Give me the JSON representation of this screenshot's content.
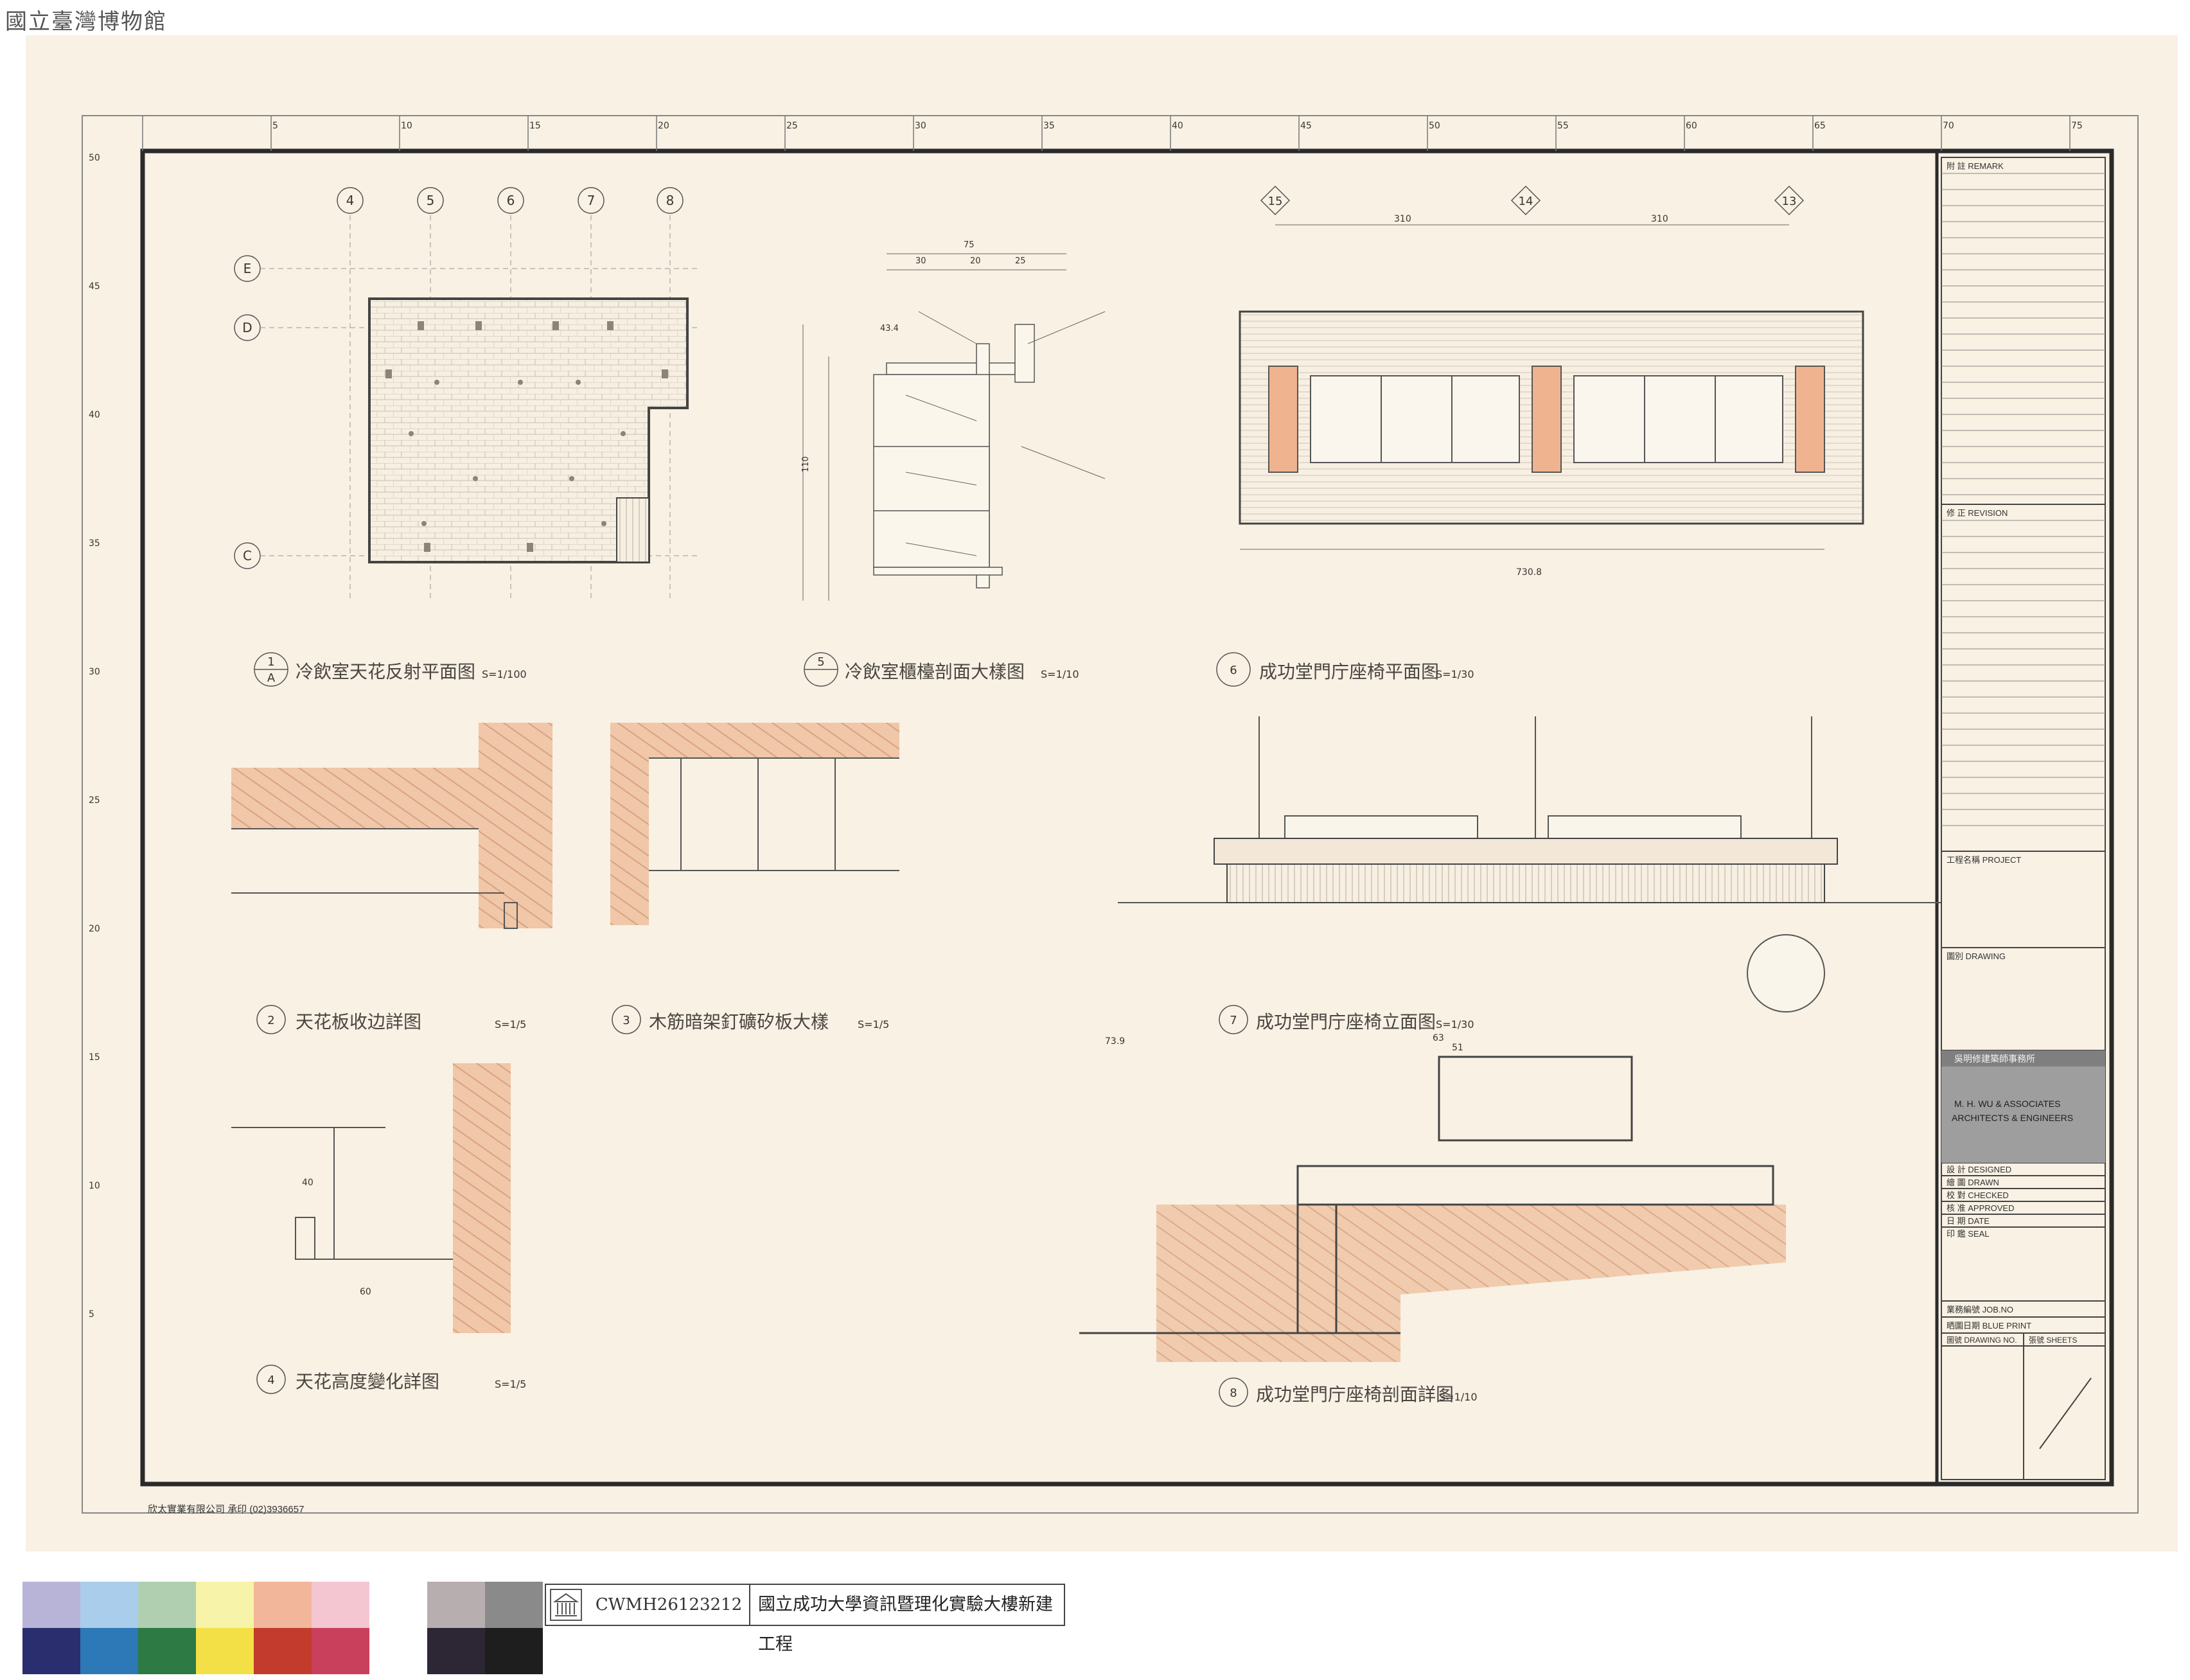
{
  "watermark": "國立臺灣博物館",
  "top_ruler": [
    "5",
    "10",
    "15",
    "20",
    "25",
    "30",
    "35",
    "40",
    "45",
    "50",
    "55",
    "60",
    "65",
    "70",
    "75"
  ],
  "side_ruler": [
    "50",
    "45",
    "40",
    "35",
    "30",
    "25",
    "20",
    "15",
    "10",
    "5"
  ],
  "drawings": {
    "d1": {
      "num": "1",
      "sheet": "A",
      "title": "冷飲室天花反射平面图",
      "scale": "S=1/100",
      "grid_cols": [
        "4",
        "5",
        "6",
        "7",
        "8"
      ],
      "grid_rows": [
        "E",
        "D",
        "C"
      ]
    },
    "d2": {
      "num": "2",
      "title": "天花板收边詳图",
      "scale": "S=1/5"
    },
    "d3": {
      "num": "3",
      "title": "木筋暗架釘礦矽板大樣",
      "scale": "S=1/5"
    },
    "d4": {
      "num": "4",
      "title": "天花高度變化詳图",
      "scale": "S=1/5"
    },
    "d5": {
      "num": "5",
      "title": "冷飲室櫃檯剖面大樣图",
      "scale": "S=1/10"
    },
    "d6": {
      "num": "6",
      "title": "成功堂門庁座椅平面图",
      "scale": "S=1/30",
      "grid": [
        "15",
        "14",
        "13"
      ]
    },
    "d7": {
      "num": "7",
      "title": "成功堂門庁座椅立面图",
      "scale": "S=1/30"
    },
    "d8": {
      "num": "8",
      "title": "成功堂門庁座椅剖面詳图",
      "scale": "S=1/10"
    }
  },
  "titleblock": {
    "remark": "附 註  REMARK",
    "revision": "修 正  REVISION",
    "project": "工程名稱  PROJECT",
    "drawing": "圖別  DRAWING",
    "firm_cn": "吳明修建築師事務所",
    "firm_en_1": "M. H. WU & ASSOCIATES",
    "firm_en_2": "ARCHITECTS & ENGINEERS",
    "designed": "設 計  DESIGNED",
    "drawn": "繪 圖  DRAWN",
    "checked": "校 對  CHECKED",
    "approved": "核 准  APPROVED",
    "date": "日 期  DATE",
    "seal": "印 鑑  SEAL",
    "job_no": "業務編號  JOB.NO",
    "blue_print": "晒圖日期  BLUE PRINT",
    "drawing_no": "圖號  DRAWING NO.",
    "sheets": "張號  SHEETS"
  },
  "printer": "欣太實業有限公司 承印 (02)3936657",
  "archive": {
    "code": "CWMH26123212",
    "title": "國立成功大學資訊暨理化實驗大樓新建工程"
  },
  "colors": {
    "top": [
      "#b8b4d8",
      "#a9cdea",
      "#afcfb0",
      "#f7f3a8",
      "#f2b79a",
      "#f4c6d2",
      "#ffffff",
      "#b7aeb0",
      "#8a8a8a"
    ],
    "bottom": [
      "#2b2e6e",
      "#2d79b7",
      "#2d7a44",
      "#f2e046",
      "#c23b2d",
      "#c9405c",
      "#ffffff",
      "#2d2634",
      "#1e1e1e"
    ]
  }
}
